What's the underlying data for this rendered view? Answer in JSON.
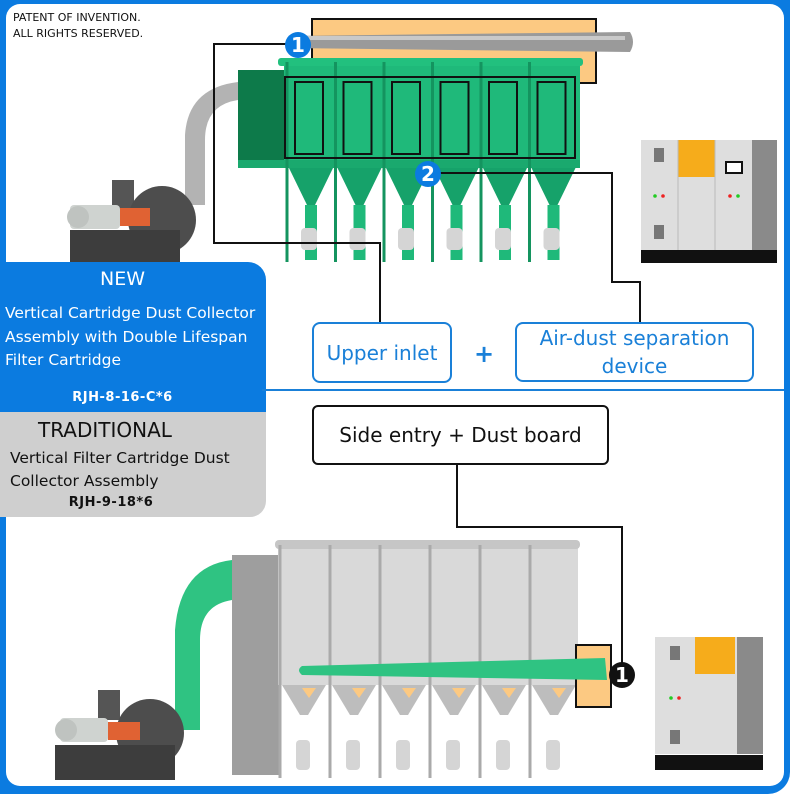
{
  "notice": {
    "line1": "PATENT OF INVENTION.",
    "line2": "ALL RIGHTS RESERVED."
  },
  "new_system": {
    "tag": "NEW",
    "description": "Vertical Cartridge Dust Collector Assembly with Double Lifespan Filter Cartridge",
    "model": "RJH-8-16-C*6",
    "features": [
      {
        "badge": "1",
        "label": "Upper inlet"
      },
      {
        "badge": "2",
        "label": "Air-dust separation device"
      }
    ],
    "joiner": "+",
    "unit_count": 6,
    "color": "#1fb97a"
  },
  "traditional_system": {
    "tag": "TRADITIONAL",
    "description": "Vertical Filter Cartridge Dust Collector Assembly",
    "model": "RJH-9-18*6",
    "features": [
      {
        "badge": "1",
        "label": "Side entry + Dust board"
      }
    ],
    "unit_count": 6,
    "color": "#cfcfcf"
  },
  "colors": {
    "brand_blue": "#0b7be0",
    "callout_blue": "#1a80d8",
    "highlight_orange": "#fcc982",
    "pipe_green": "#2fc382",
    "pipe_gray": "#a8a8a8"
  }
}
